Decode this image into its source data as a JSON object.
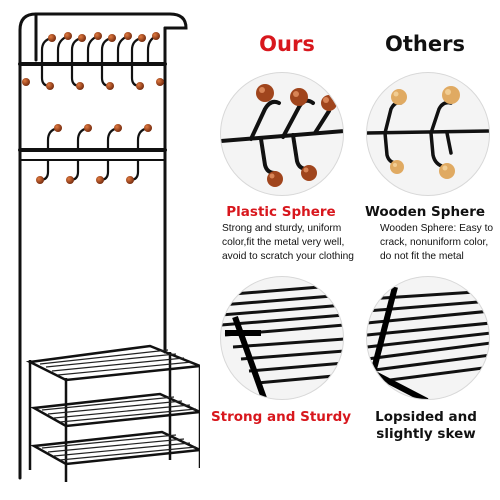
{
  "header": {
    "ours_title": "Ours",
    "others_title": "Others"
  },
  "ours": {
    "sphere_label": "Plastic Sphere",
    "sphere_desc": "Strong and sturdy, uniform color,fit the metal very well, avoid to scratch your clothing",
    "frame_label": "Strong and Sturdy"
  },
  "others": {
    "sphere_label": "Wooden Sphere",
    "sphere_desc": "Wooden Sphere: Easy to crack, nonuniform color, do not fit the metal",
    "frame_label": "Lopsided and slightly skew"
  },
  "colors": {
    "accent_red": "#d8171d",
    "metal": "#111111",
    "plastic_ball": "#a0451d",
    "wood_ball": "#e0aa62"
  }
}
